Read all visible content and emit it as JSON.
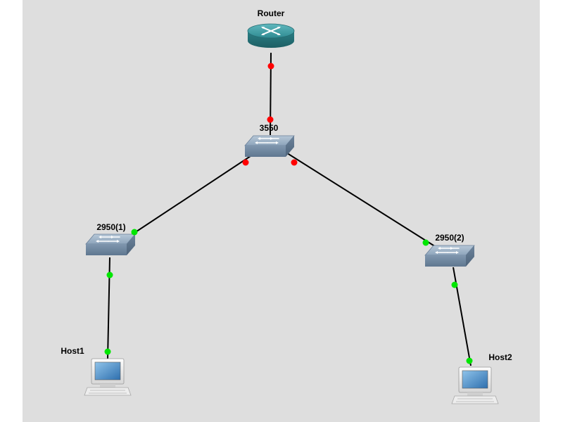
{
  "topology": {
    "background": "#dedede",
    "nodes": {
      "router": {
        "label": "Router",
        "type": "router",
        "icon": "router-icon"
      },
      "switch_3550": {
        "label": "3550",
        "type": "multilayer-switch",
        "icon": "switch-icon"
      },
      "switch_2950_1": {
        "label": "2950(1)",
        "type": "switch",
        "icon": "switch-icon"
      },
      "switch_2950_2": {
        "label": "2950(2)",
        "type": "switch",
        "icon": "switch-icon"
      },
      "host1": {
        "label": "Host1",
        "type": "host",
        "icon": "computer-icon"
      },
      "host2": {
        "label": "Host2",
        "type": "host",
        "icon": "computer-icon"
      }
    },
    "links": [
      {
        "from": "router",
        "to": "switch_3550",
        "status": "down"
      },
      {
        "from": "switch_3550",
        "to": "switch_2950_1",
        "status": "mixed"
      },
      {
        "from": "switch_3550",
        "to": "switch_2950_2",
        "status": "mixed"
      },
      {
        "from": "switch_2950_1",
        "to": "host1",
        "status": "up"
      },
      {
        "from": "switch_2950_2",
        "to": "host2",
        "status": "up"
      }
    ],
    "status_colors": {
      "up": "#00e600",
      "down": "#ff0000"
    }
  }
}
